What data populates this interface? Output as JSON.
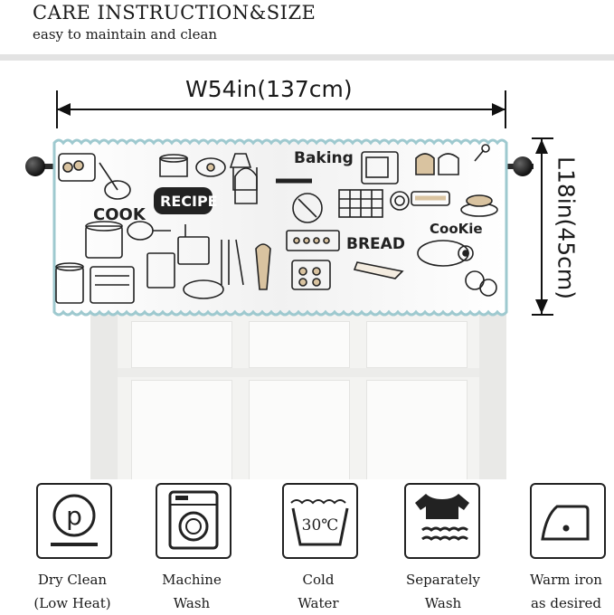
{
  "header": {
    "title": "CARE INSTRUCTION&SIZE",
    "subtitle": "easy to maintain and clean"
  },
  "dimensions": {
    "width_label": "W54in(137cm)",
    "length_label": "L18in(45cm)"
  },
  "curtain": {
    "pattern_words": [
      "Baking",
      "RECIPE",
      "COOK",
      "BREAD",
      "CooKie"
    ],
    "border_color": "#9ec9cf",
    "accent_color": "#d9c3a0"
  },
  "care_items": [
    {
      "icon": "dry-clean-p-icon",
      "line1": "Dry Clean",
      "line2": "(Low Heat)"
    },
    {
      "icon": "washing-machine-icon",
      "line1": "Machine",
      "line2": "Wash"
    },
    {
      "icon": "wash-tub-icon",
      "line1": "Cold",
      "line2": "Water",
      "badge": "30℃"
    },
    {
      "icon": "shirt-separate-wash-icon",
      "line1": "Separately",
      "line2": "Wash"
    },
    {
      "icon": "iron-icon",
      "line1": "Warm iron",
      "line2": "as desired"
    }
  ]
}
